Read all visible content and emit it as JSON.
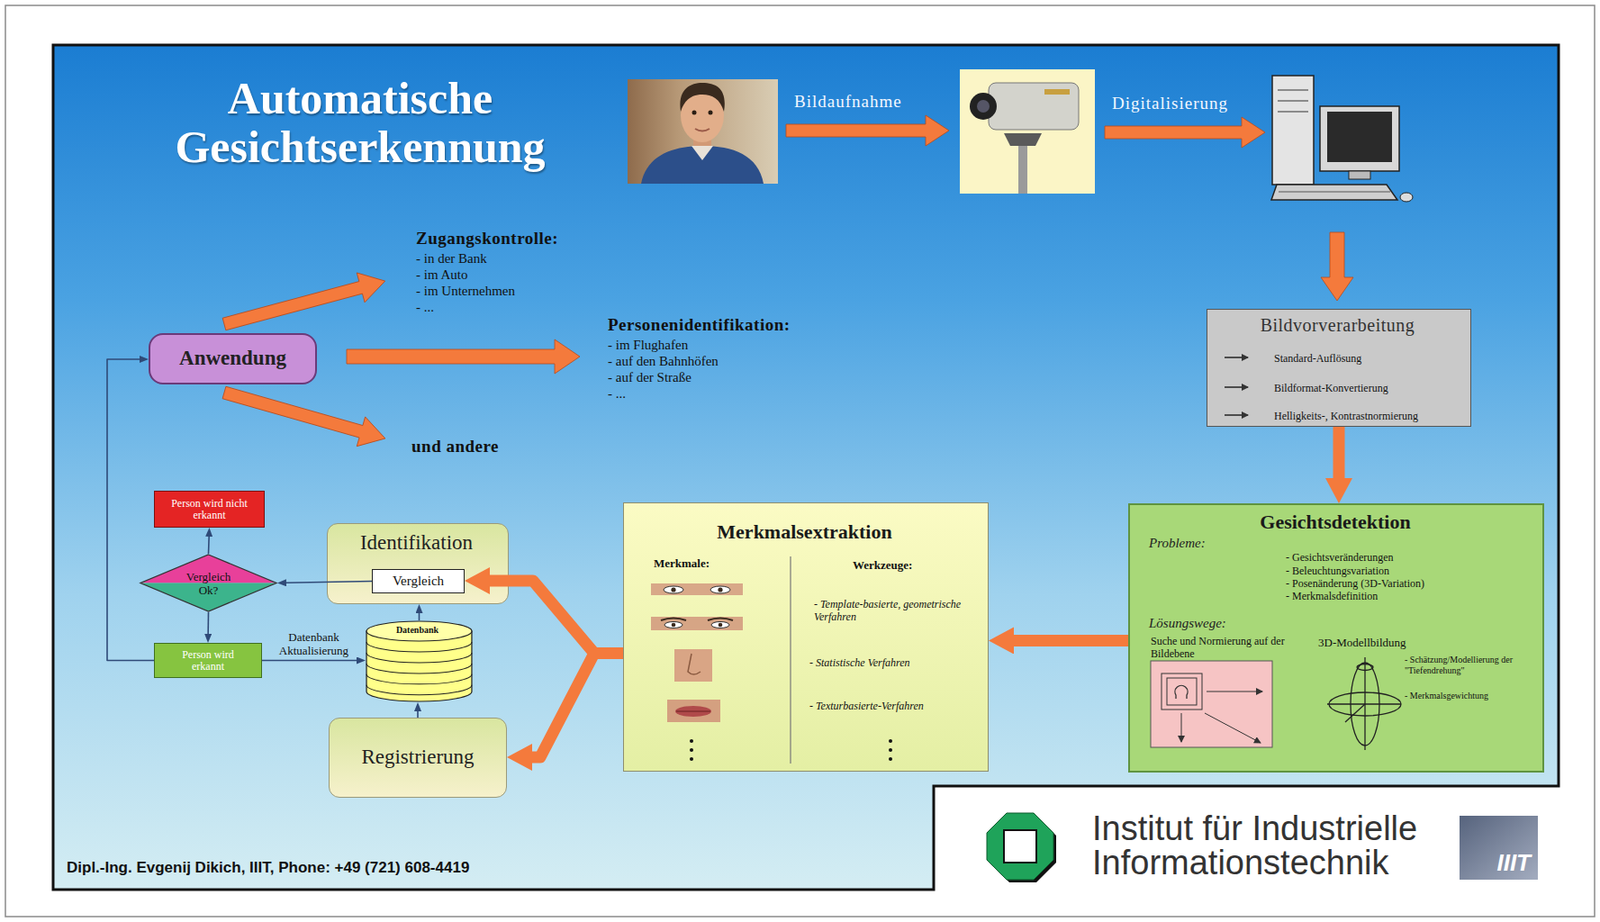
{
  "diagram": {
    "title": "Automatische Gesichtserkennung",
    "nodes": [
      {
        "text": [
          "Bildvorverarbeitung",
          "Standard-Auflösung",
          "Bildformat-Konvertierung",
          "Helligkeits-, Kontrastnormierung"
        ]
      },
      {
        "text": [
          "Anwendung"
        ]
      },
      {
        "text": [
          "Person wird nicht erkannt"
        ]
      },
      {
        "text": [
          "Gesichtsdetektion",
          "Probleme:",
          "- Gesichtsveränderungen",
          "- Beleuchtungsvariation",
          "- Posenänderung (3D-Variation)",
          "- Merkmalsdefinition",
          "Lösungswege:",
          "Suche und Normierung auf der Bildebene",
          "3D-Modellbildung",
          "- Schätzung/Modellierung der \"Tiefendrehung\"",
          "- Merkmalsgewichtung"
        ]
      },
      {
        "text": [
          "Merkmalsextraktion",
          "Merkmale:",
          "Werkzeuge:",
          "- Template-basierte, geometrische Verfahren",
          "- Statistische Verfahren",
          "- Texturbasierte-Verfahren"
        ]
      },
      {
        "text": [
          "Identifikation"
        ]
      },
      {
        "text": [
          "Vergleich"
        ],
        "in": 5
      },
      {
        "text": [
          "Vergleich Ok?"
        ]
      },
      {
        "text": [
          "Datenbank"
        ]
      },
      {
        "text": [
          "Person wird erkannt"
        ]
      },
      {
        "text": [
          "Registrierung"
        ]
      }
    ],
    "edges": [
      {
        "from": 0,
        "to": 3,
        "arrow": "to"
      },
      {
        "from": 3,
        "to": 4,
        "arrow": "to"
      },
      {
        "from": 4,
        "to": 6,
        "arrow": "to"
      },
      {
        "from": 4,
        "to": 10,
        "arrow": "to"
      },
      {
        "from": 6,
        "to": 7,
        "arrow": "to"
      },
      {
        "from": 7,
        "to": 2,
        "arrow": "to"
      },
      {
        "from": 7,
        "to": 9,
        "arrow": "to"
      },
      {
        "from": 9,
        "to": 8,
        "label": "Datenbank Aktualisierung",
        "arrow": "to"
      },
      {
        "from": 8,
        "to": 5,
        "arrow": "to"
      },
      {
        "from": 10,
        "to": 8,
        "arrow": "to"
      },
      {
        "from": 9,
        "to": 1,
        "arrow": "to"
      }
    ],
    "labels": [
      "Bildaufnahme",
      "Digitalisierung",
      "Zugangskontrolle:",
      "- in der Bank",
      "- im Auto",
      "- im Unternehmen",
      "- ...",
      "Personenidentifikation:",
      "- im Flughafen",
      "- auf den Bahnhöfen",
      "- auf der Straße",
      "- ...",
      "und andere",
      "Dipl.-Ing. Evgenij Dikich, IIIT, Phone: +49 (721) 608-4419",
      "Institut für Industrielle Informationstechnik",
      "IIIT"
    ]
  }
}
